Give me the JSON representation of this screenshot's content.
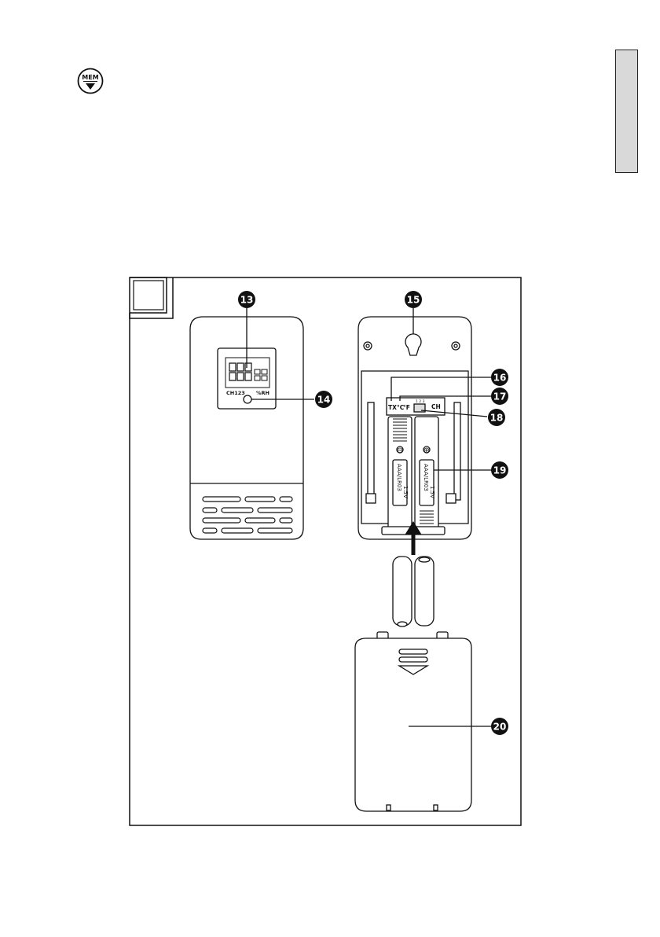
{
  "header": {
    "mem_button": {
      "label": "MEM",
      "icon": "triangle-down-icon"
    }
  },
  "figure": {
    "callouts": [
      "13",
      "14",
      "15",
      "16",
      "17",
      "18",
      "19",
      "20"
    ],
    "display_segments": {
      "channel_label": "CH123",
      "humidity_unit": "%RH"
    },
    "compartment_labels": {
      "tx": "TX",
      "celsius": "°C",
      "fahrenheit": "°F",
      "ch": "CH",
      "ch_switch_positions": "1 2 3"
    },
    "battery_labels": [
      "AAA/LR03",
      "1.5V"
    ],
    "battery_polarity": [
      "⊕",
      "⊖"
    ]
  },
  "colors": {
    "line": "#1a1a1a",
    "tab_fill": "#d9d9d9",
    "callout_fill": "#111111"
  }
}
